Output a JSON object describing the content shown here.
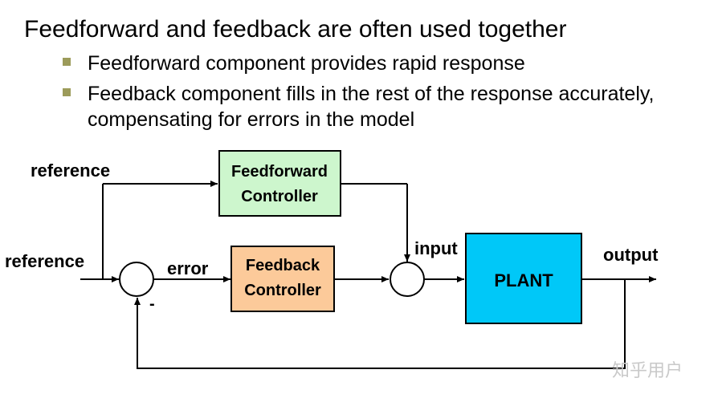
{
  "title": "Feedforward and feedback are often used together",
  "bullets": [
    {
      "line1": "Feedforward component provides rapid response",
      "line2": ""
    },
    {
      "line1": "Feedback component fills in the rest of the response accurately,",
      "line2": "compensating for errors in the model"
    }
  ],
  "diagram": {
    "ref_top": "reference",
    "ref_left": "reference",
    "error": "error",
    "minus": "-",
    "input": "input",
    "output": "output",
    "ff_line1": "Feedforward",
    "ff_line2": "Controller",
    "fb_line1": "Feedback",
    "fb_line2": "Controller",
    "plant": "PLANT",
    "colors": {
      "feedforward_fill": "#cdf6cd",
      "feedback_fill": "#fcca9a",
      "plant_fill": "#00c8f8"
    }
  },
  "watermark": "知乎用户"
}
